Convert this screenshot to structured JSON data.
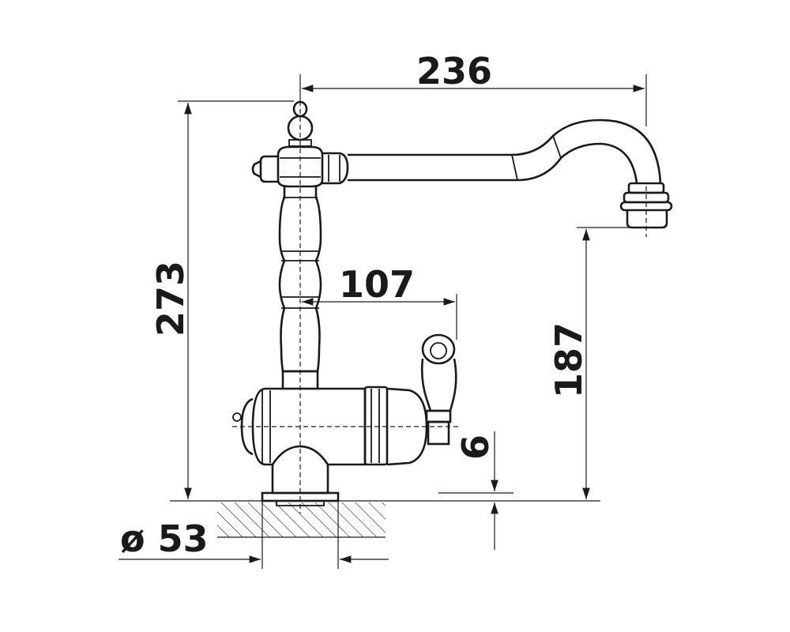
{
  "dimensions": {
    "width_total": "236",
    "height_total": "273",
    "spout_reach": "107",
    "spout_height": "187",
    "deck_thickness": "6",
    "base_diameter": "ø 53"
  },
  "colors": {
    "line": "#1a1a1a",
    "background": "#ffffff"
  }
}
